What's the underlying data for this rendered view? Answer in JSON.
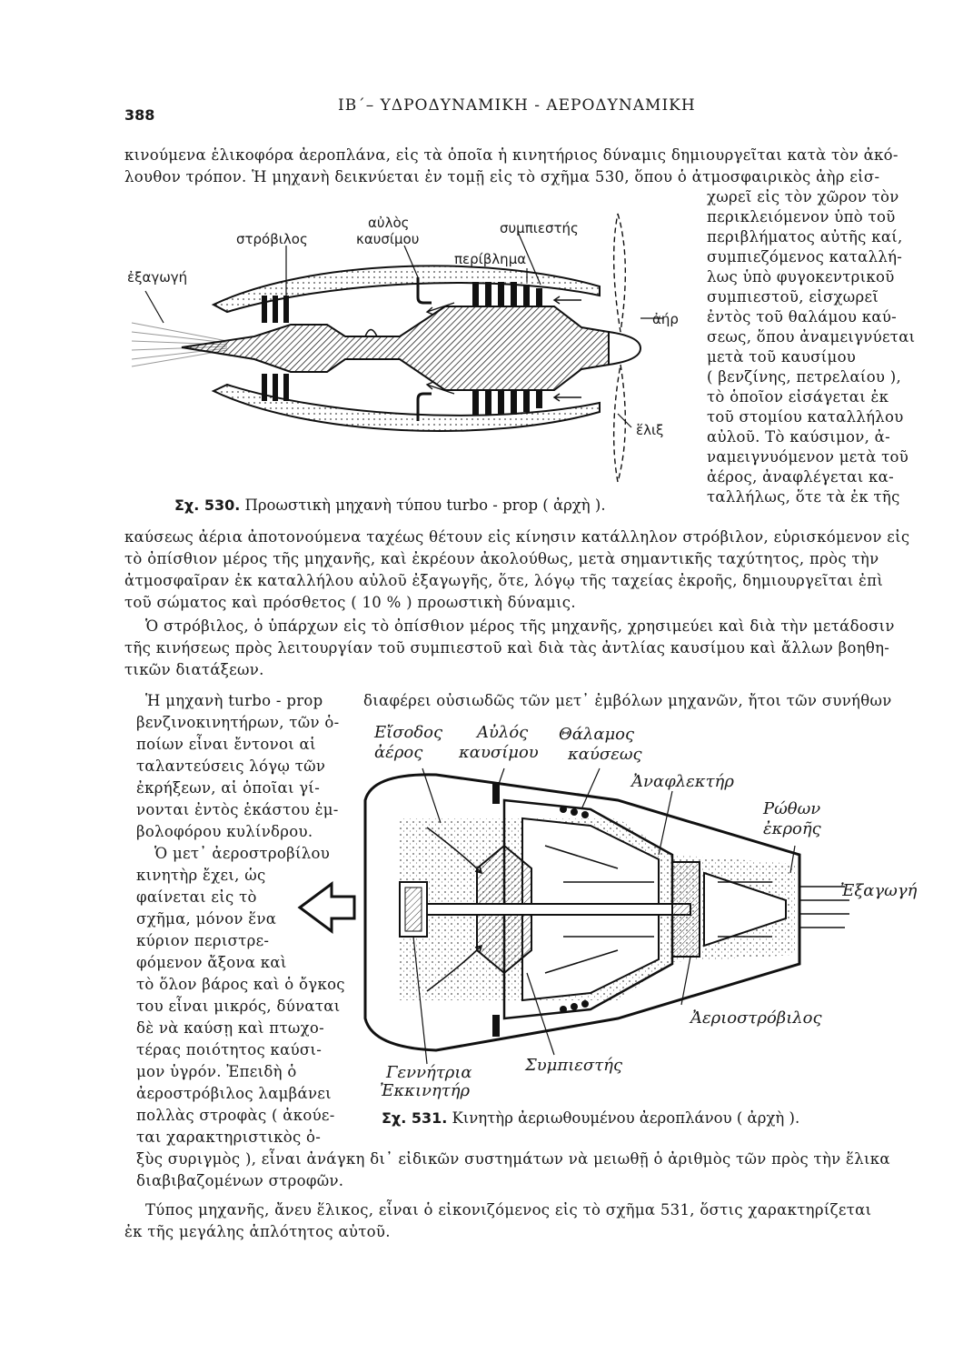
{
  "page": {
    "number": "388",
    "running_title": "ΙΒ΄– ΥΔΡΟΔΥΝΑΜΙΚΗ - ΑΕΡΟΔΥΝΑΜΙΚΗ"
  },
  "paragraph1": {
    "lines": [
      "κινούμενα ἑλικοφόρα ἀεροπλάνα, εἰς τὰ ὁποῖα ἡ κινητήριος δύναμις δημιουργεῖται κατὰ τὸν ἀκό-",
      "λουθον τρόπον. Ἡ μηχανὴ δεικνύεται ἐν τομῇ εἰς τὸ σχῆμα 530, ὅπου ὁ ἀτμοσφαιρικὸς ἀὴρ εἰσ-"
    ],
    "side_lines": [
      "χωρεῖ εἰς τὸν χῶρον τὸν",
      "περικλειόμενον ὑπὸ τοῦ",
      "περιβλήματος αὐτῆς καί,",
      "συμπιεζόμενος καταλλή-",
      "λως ὑπὸ φυγοκεντρικοῦ",
      "συμπιεστοῦ, εἰσχωρεῖ",
      "ἐντὸς τοῦ θαλάμου καύ-",
      "σεως, ὅπου ἀναμειγνύεται",
      "μετὰ τοῦ καυσίμου",
      "( βενζίνης, πετρελαίου ),",
      "τὸ ὁποῖον εἰσάγεται ἐκ",
      "τοῦ στομίου καταλλήλου",
      "αὐλοῦ. Τὸ καύσιμον, ἀ-",
      "ναμειγνυόμενον μετὰ τοῦ",
      "ἀέρος, ἀναφλέγεται κα-",
      "ταλλήλως, ὅτε τὰ ἐκ τῆς"
    ],
    "full_lines": [
      "καύσεως ἀέρια ἀποτονούμενα ταχέως θέτουν εἰς κίνησιν κατάλληλον στρόβιλον, εὑρισκόμενον εἰς",
      "τὸ ὀπίσθιον μέρος τῆς μηχανῆς, καὶ ἐκρέουν ἀκολούθως, μετὰ σημαντικῆς ταχύτητος, πρὸς τὴν",
      "ἀτμοσφαῖραν ἐκ καταλλήλου αὐλοῦ ἐξαγωγῆς, ὅτε, λόγῳ τῆς ταχείας ἐκροῆς, δημιουργεῖται ἐπὶ",
      "τοῦ σώματος καὶ πρόσθετος ( 10 % ) προωστικὴ δύναμις."
    ]
  },
  "paragraph2": {
    "lines": [
      "Ὁ στρόβιλος, ὁ ὑπάρχων εἰς τὸ ὀπίσθιον μέρος τῆς μηχανῆς, χρησιμεύει καὶ διὰ τὴν μετάδοσιν",
      "τῆς κινήσεως πρὸς λειτουργίαν τοῦ συμπιεστοῦ καὶ διὰ τὰς ἀντλίας καυσίμου καὶ ἄλλων βοηθη-",
      "τικῶν διατάξεων."
    ]
  },
  "paragraph3": {
    "first_line_left": "Ἡ μηχανὴ turbo - prop",
    "first_line_right": "διαφέρει οὐσιωδῶς τῶν μετ᾽ ἐμβόλων μηχανῶν, ἤτοι τῶν συνήθων",
    "narrow_lines": [
      "βενζινοκινητήρων, τῶν ὁ-",
      "ποίων εἶναι ἔντονοι αἱ",
      "ταλαντεύσεις λόγῳ τῶν",
      "ἐκρήξεων, αἱ ὁποῖαι γί-",
      "νονται ἐντὸς ἑκάστου ἐμ-",
      "βολοφόρου κυλίνδρου.",
      "Ὁ μετ᾽ ἀεροστροβίλου",
      "κινητὴρ ἔχει, ὡς",
      "φαίνεται εἰς τὸ",
      "σχῆμα, μόνον ἕνα",
      "κύριον περιστρε-",
      "φόμενον ἄξονα καὶ",
      "τὸ ὅλον βάρος καὶ ὁ ὄγκος",
      "του εἶναι μικρός, δύναται",
      "δὲ νὰ καύσῃ καὶ πτωχο-",
      "τέρας ποιότητος καύσι-",
      "μον ὑγρόν. Ἐπειδὴ ὁ",
      "ἀεροστρόβιλος λαμβάνει",
      "πολλὰς στροφὰς ( ἀκούε-",
      "ται χαρακτηριστικὸς ὀ-",
      "ξὺς συριγμὸς ), εἶναι ἀνάγκη δι᾽ εἰδικῶν συστημάτων νὰ μειωθῇ ὁ ἀριθμὸς τῶν πρὸς τὴν ἕλικα",
      "διαβιβαζομένων στροφῶν."
    ]
  },
  "paragraph4": {
    "lines": [
      "Τύπος μηχανῆς, ἄνευ ἕλικος, εἶναι ὁ εἰκονιζόμενος εἰς τὸ σχῆμα 531, ὅστις χαρακτηρίζεται",
      "ἐκ τῆς μεγάλης ἁπλότητος αὐτοῦ."
    ]
  },
  "figure530": {
    "number": "Σχ. 530.",
    "caption": "Προωστικὴ μηχανὴ τύπου turbo - prop ( ἀρχὴ ).",
    "labels": {
      "turbine": "στρόβιλος",
      "fuel_tube_1": "αὐλὸς",
      "fuel_tube_2": "καυσίμου",
      "compressor": "συμπιεστής",
      "casing": "περίβλημα",
      "exhaust": "ἐξαγωγή",
      "air": "ἀήρ",
      "propeller": "ἕλιξ"
    }
  },
  "figure531": {
    "number": "Σχ. 531.",
    "caption": "Κινητὴρ ἀεριωθουμένου ἀεροπλάνου ( ἀρχὴ ).",
    "labels": {
      "air_inlet_1": "Εἴσοδος",
      "air_inlet_2": "ἀέρος",
      "fuel_tube_1": "Αὐλός",
      "fuel_tube_2": "καυσίμου",
      "chamber_1": "Θάλαμος",
      "chamber_2": "καύσεως",
      "spark_plug": "Ἀναφλεκτήρ",
      "nozzle_1": "Ρώθων",
      "nozzle_2": "ἐκροῆς",
      "exhaust": "Ἐξαγωγή",
      "gas_turbine": "Ἀεριοστρόβιλος",
      "generator_1": "Γεννήτρια",
      "generator_2": "Ἐκκινητήρ",
      "compressor": "Συμπιεστής"
    }
  }
}
